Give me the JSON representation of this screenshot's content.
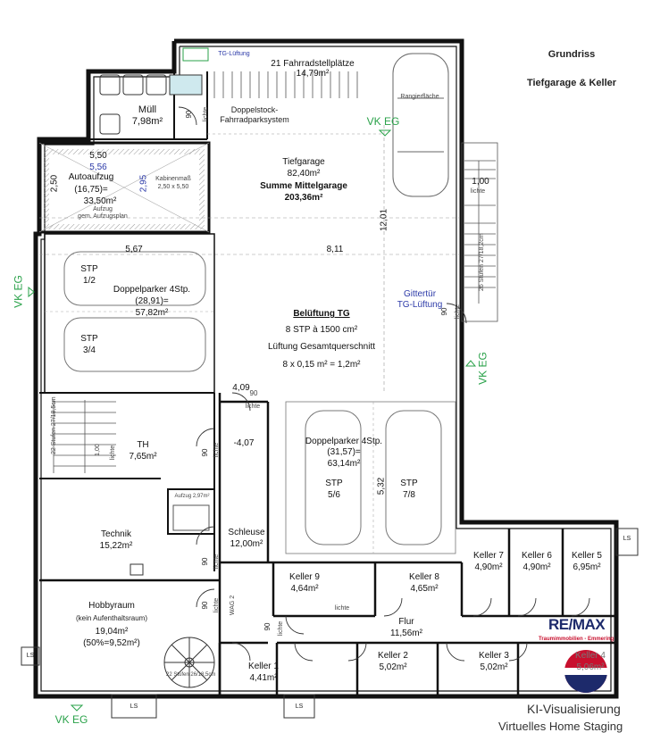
{
  "header": {
    "title": "Grundriss",
    "subtitle": "Tiefgarage & Keller"
  },
  "rooms": {
    "muell": {
      "name": "Müll",
      "area": "7,98m²"
    },
    "fahrrad": {
      "name": "21 Fahrradstellplätze",
      "area": "14,79m²"
    },
    "doppelstock": {
      "line1": "Doppelstock-",
      "line2": "Fahrradparksystem"
    },
    "rangierflaeche": "Rangierfläche",
    "tiefgarage": {
      "name": "Tiefgarage",
      "area": "82,40m²"
    },
    "summe": {
      "name": "Summe Mittelgarage",
      "area": "203,36m²"
    },
    "autoaufzug": {
      "name": "Autoaufzug",
      "calc": "(16,75)=",
      "area": "33,50m²",
      "note1": "Aufzug",
      "note2": "gem. Aufzugsplan",
      "kabine": "Kabinenmaß",
      "kabine_dim": "2,50 x 5,50"
    },
    "doppelparker1": {
      "name": "Doppelparker 4Stp.",
      "calc": "(28,91)=",
      "area": "57,82m²",
      "stp1": "STP",
      "stp1n": "1/2",
      "stp2": "STP",
      "stp2n": "3/4"
    },
    "belueftung": {
      "title": "Belüftung TG",
      "line1": "8 STP à 1500 cm²",
      "line2": "Lüftung Gesamtquerschnitt",
      "line3": "8 x 0,15 m² = 1,2m²"
    },
    "gittertuer": {
      "line1": "Gittertür",
      "line2": "TG-Lüftung"
    },
    "th": {
      "name": "TH",
      "area": "7,65m²"
    },
    "doppelparker2": {
      "name": "Doppelparker 4Stp.",
      "calc": "(31,57)=",
      "area": "63,14m²",
      "stp1": "STP",
      "stp1n": "5/6",
      "stp2": "STP",
      "stp2n": "7/8"
    },
    "aufzug": "Aufzug 2,97m²",
    "technik": {
      "name": "Technik",
      "area": "15,22m²"
    },
    "schleuse": {
      "name": "Schleuse",
      "area": "12,00m²"
    },
    "keller9": {
      "name": "Keller 9",
      "area": "4,64m²"
    },
    "keller8": {
      "name": "Keller 8",
      "area": "4,65m²"
    },
    "keller7": {
      "name": "Keller 7",
      "area": "4,90m²"
    },
    "keller6": {
      "name": "Keller 6",
      "area": "4,90m²"
    },
    "keller5": {
      "name": "Keller 5",
      "area": "6,95m²"
    },
    "hobbyraum": {
      "name": "Hobbyraum",
      "note": "(kein Aufenthaltsraum)",
      "area": "19,04m²",
      "calc": "(50%=9,52m²)"
    },
    "flur": {
      "name": "Flur",
      "area": "11,56m²"
    },
    "keller1": {
      "name": "Keller 1",
      "area": "4,41m²"
    },
    "keller2": {
      "name": "Keller 2",
      "area": "5,02m²"
    },
    "keller3": {
      "name": "Keller 3",
      "area": "5,02m²"
    },
    "keller4": {
      "name": "Keller 4",
      "area": "5,06m²"
    }
  },
  "labels": {
    "vk_eg": "VK EG",
    "ls": "LS",
    "licht": "lichte",
    "tg_lueftung": "TG-Lüftung",
    "stufen_top": "26 Stufen 27/18,2cm",
    "stufen_th": "22 Stufen 27/18,5cm",
    "stufen_hobby": "22 Stufen 26/18,5cm",
    "wag2": "WAG 2"
  },
  "dims": {
    "d550": "5,50",
    "d556": "5,56",
    "d250": "2,50",
    "d295": "2,95",
    "d567": "5,67",
    "d811": "8,11",
    "d1201": "12,01",
    "d100a": "1,00",
    "d100b": "1,00",
    "d409": "4,09",
    "d407": "-4,07",
    "d532": "5,32",
    "d90": "90"
  },
  "branding": {
    "logo": "RE/MAX",
    "logo_sub": "Traumimmobilien - Emmering",
    "watermark1": "KI-Visualisierung",
    "watermark2": "Virtuelles Home Staging"
  },
  "colors": {
    "wall": "#111111",
    "wall_hatch": "#cccccc",
    "vk_green": "#2aa24a",
    "dim_blue": "#2c3aa8",
    "remax_red": "#c8102e",
    "remax_blue": "#1d2a6b"
  }
}
